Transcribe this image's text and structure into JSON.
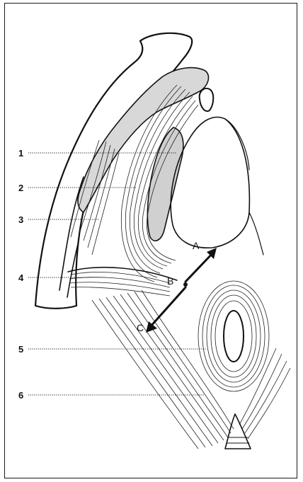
{
  "figure": {
    "labels": [
      {
        "id": "1",
        "text": "1"
      },
      {
        "id": "2",
        "text": "2"
      },
      {
        "id": "3",
        "text": "3"
      },
      {
        "id": "4",
        "text": "4"
      },
      {
        "id": "5",
        "text": "5"
      },
      {
        "id": "6",
        "text": "6"
      }
    ],
    "arrows": [
      {
        "id": "A",
        "text": "A"
      },
      {
        "id": "B",
        "text": "B"
      },
      {
        "id": "C",
        "text": "C"
      }
    ],
    "colors": {
      "ink": "#111111",
      "background": "#ffffff"
    }
  }
}
